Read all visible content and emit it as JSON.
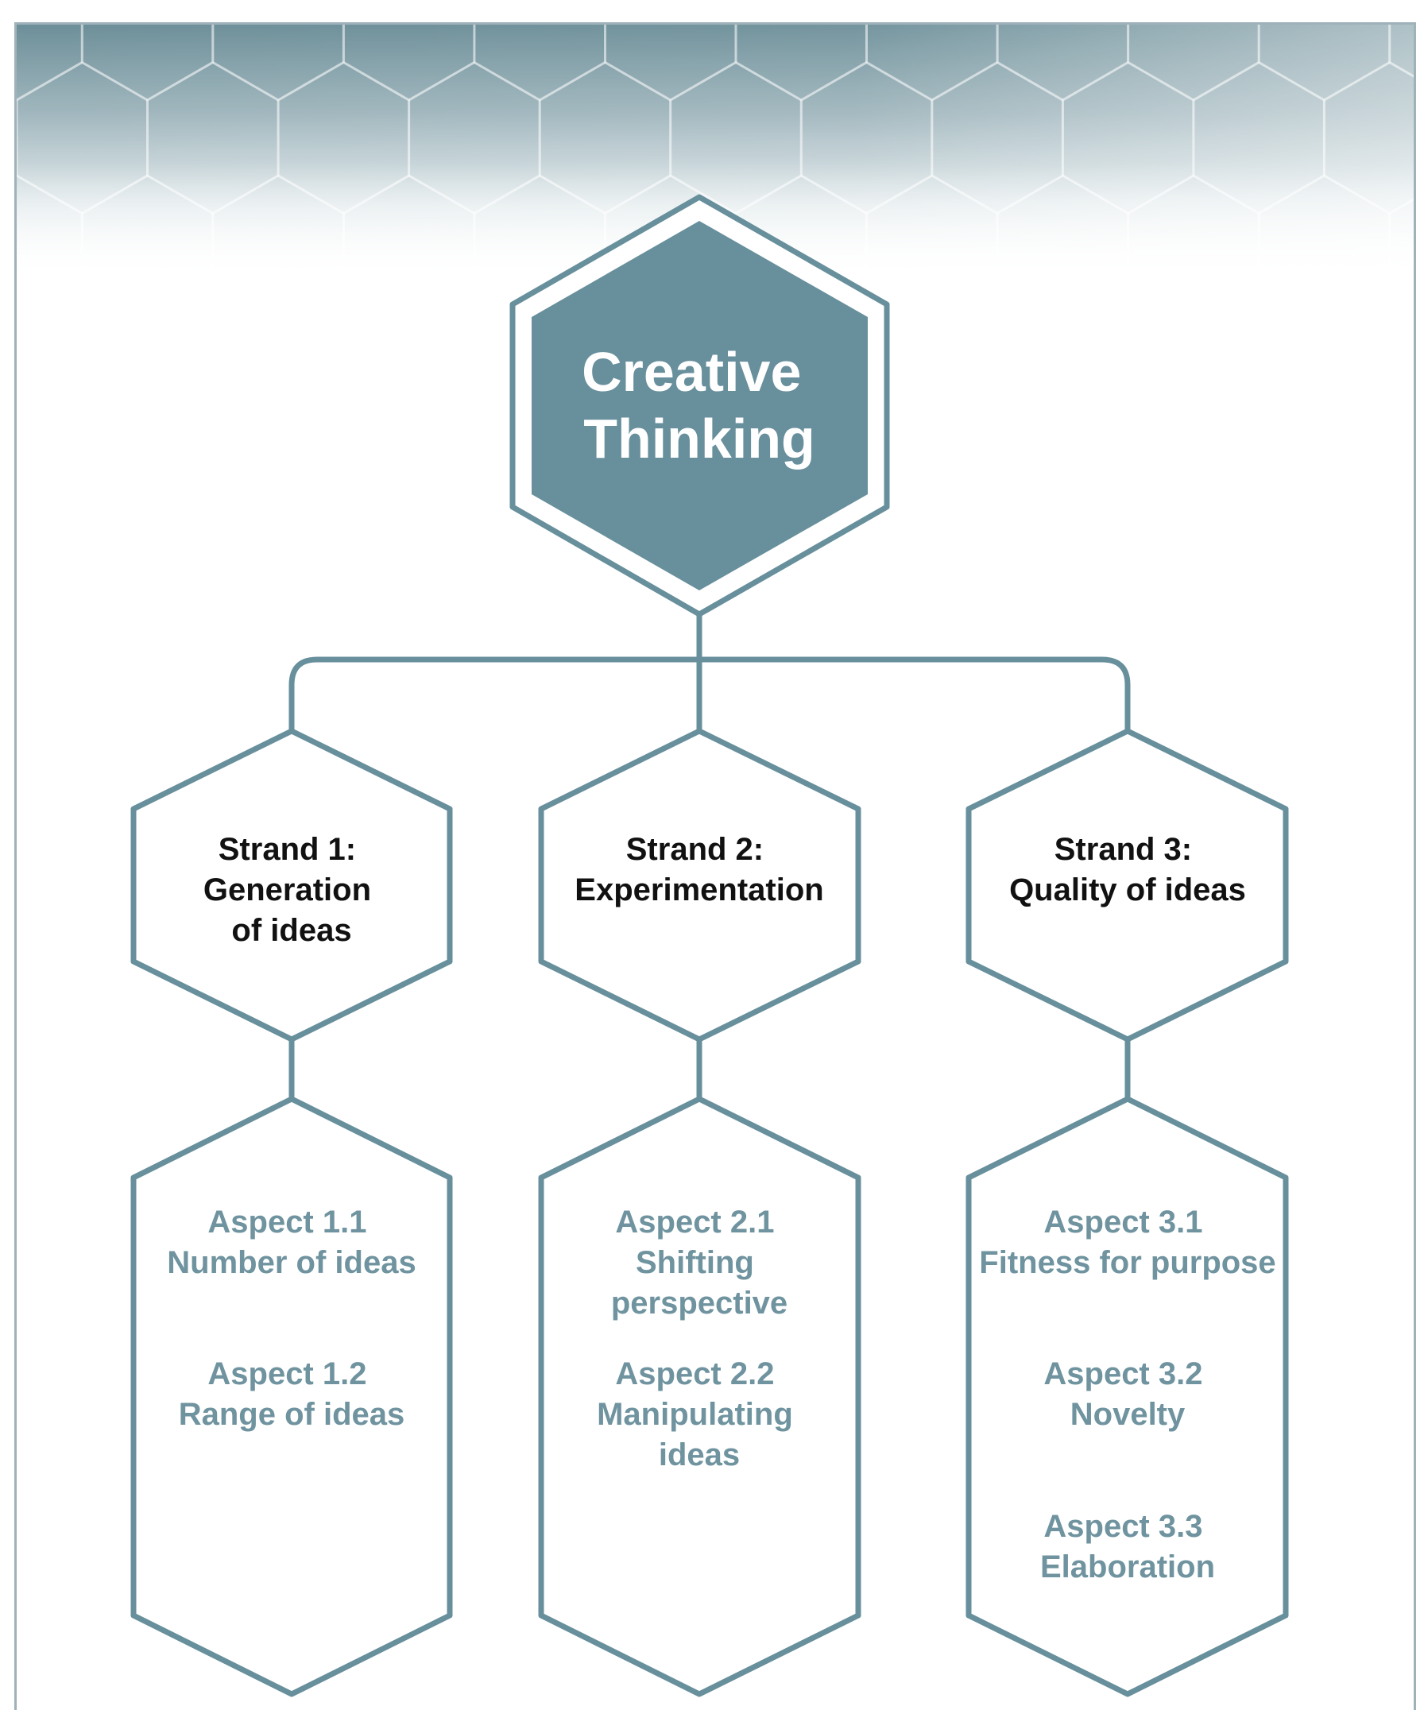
{
  "colors": {
    "accent": "#678f9c",
    "aspect_text": "#6f939f",
    "strand_text": "#111111",
    "frame": "#9fb2ba"
  },
  "root": {
    "lines": [
      "Creative",
      "Thinking"
    ]
  },
  "strands": [
    {
      "title_lines": [
        "Strand 1:",
        "Generation",
        "of ideas"
      ],
      "aspects": [
        {
          "lines": [
            "Aspect 1.1",
            "Number of ideas"
          ]
        },
        {
          "lines": [
            "Aspect 1.2",
            "Range of ideas"
          ]
        }
      ]
    },
    {
      "title_lines": [
        "Strand 2:",
        "Experimentation"
      ],
      "aspects": [
        {
          "lines": [
            "Aspect 2.1",
            "Shifting",
            "perspective"
          ]
        },
        {
          "lines": [
            "Aspect 2.2",
            "Manipulating",
            "ideas"
          ]
        }
      ]
    },
    {
      "title_lines": [
        "Strand 3:",
        "Quality of ideas"
      ],
      "aspects": [
        {
          "lines": [
            "Aspect 3.1",
            "Fitness for purpose"
          ]
        },
        {
          "lines": [
            "Aspect 3.2",
            "Novelty"
          ]
        },
        {
          "lines": [
            "Aspect 3.3",
            "Elaboration"
          ]
        }
      ]
    }
  ]
}
